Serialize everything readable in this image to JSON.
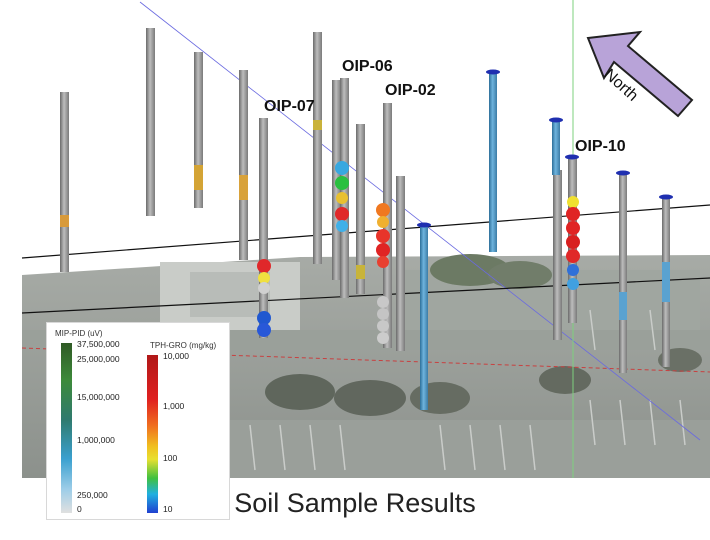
{
  "caption": "Soil Sample Results",
  "north_label": "North",
  "wells": [
    {
      "label": "OIP-07"
    },
    {
      "label": "OIP-06"
    },
    {
      "label": "OIP-02"
    },
    {
      "label": "OIP-10"
    }
  ],
  "legend": {
    "mip": {
      "title": "MIP-PID (uV)",
      "ticks": [
        "37,500,000",
        "25,000,000",
        "15,000,000",
        "1,000,000",
        "250,000",
        "0"
      ]
    },
    "tph": {
      "title": "TPH-GRO (mg/kg)",
      "ticks": [
        "10,000",
        "1,000",
        "100",
        "10"
      ]
    }
  }
}
